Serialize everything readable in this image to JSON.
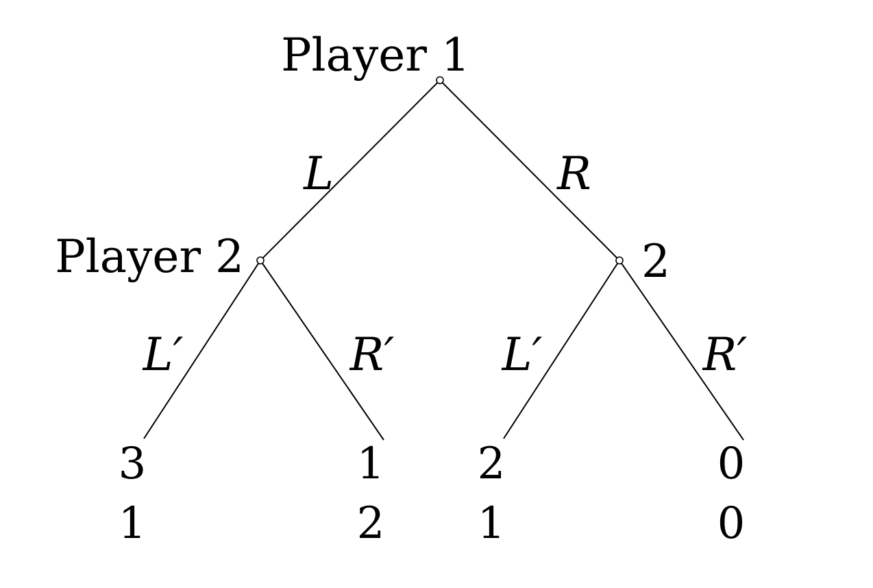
{
  "root": {
    "label": "Player 1",
    "moves": [
      {
        "label": "L",
        "node": {
          "label": "Player 2",
          "moves": [
            {
              "label": "L′",
              "payoffs": [
                "3",
                "1"
              ]
            },
            {
              "label": "R′",
              "payoffs": [
                "1",
                "2"
              ]
            }
          ]
        }
      },
      {
        "label": "R",
        "node": {
          "label": "2",
          "moves": [
            {
              "label": "L′",
              "payoffs": [
                "2",
                "1"
              ]
            },
            {
              "label": "R′",
              "payoffs": [
                "0",
                "0"
              ]
            }
          ]
        }
      }
    ]
  }
}
